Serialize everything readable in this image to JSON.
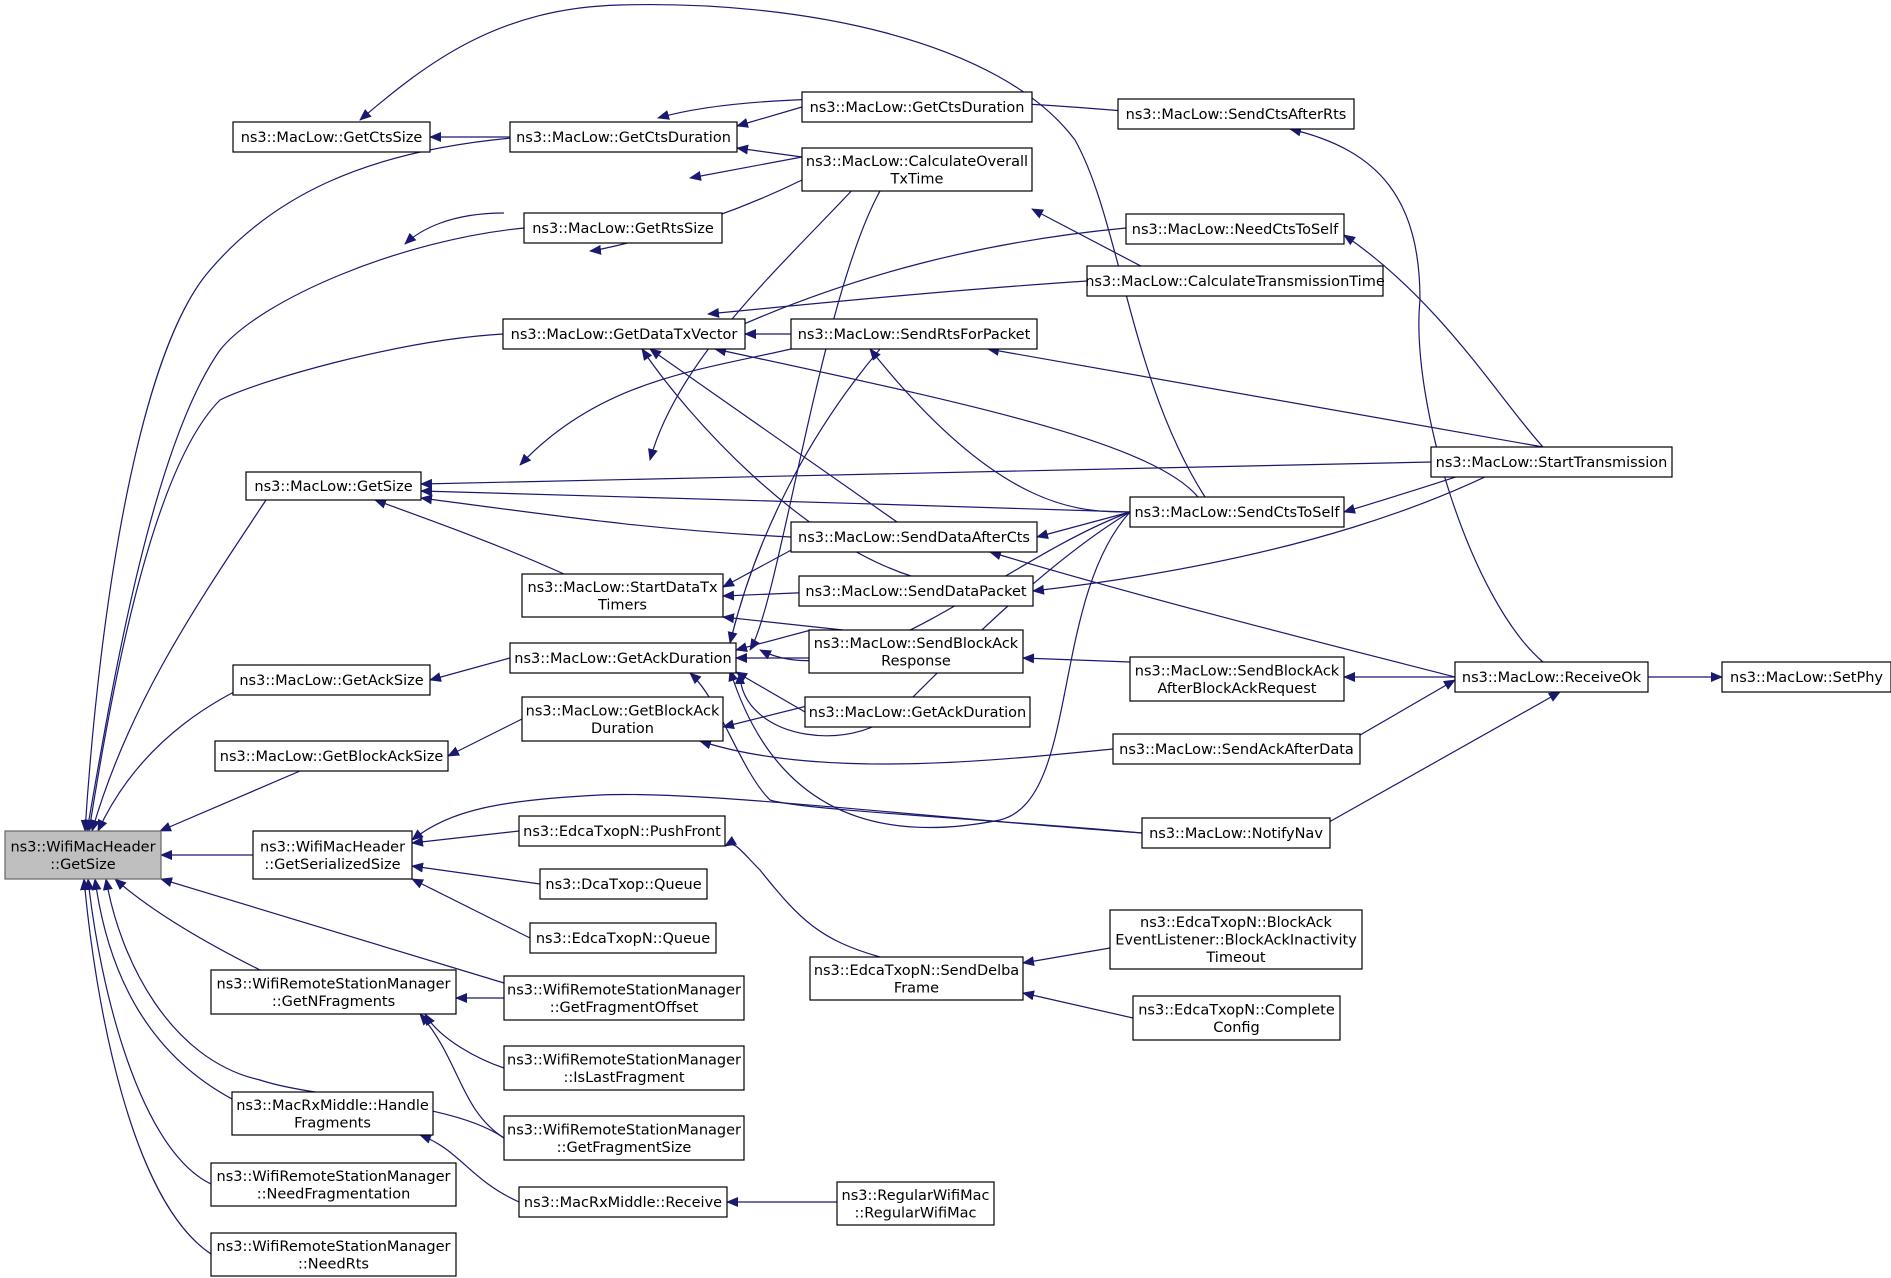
{
  "colors": {
    "edge": "#191970",
    "root_fill": "#bfbfbf",
    "node_fill": "#ffffff",
    "border": "#000000"
  },
  "nodes": [
    {
      "id": "n0",
      "lines": [
        "ns3::WifiMacHeader",
        "::GetSize"
      ],
      "root": true
    },
    {
      "id": "n1",
      "lines": [
        "ns3::MacLow::GetCtsSize"
      ]
    },
    {
      "id": "n2",
      "lines": [
        "ns3::MacLow::GetCtsDuration"
      ]
    },
    {
      "id": "n3",
      "lines": [
        "ns3::MacLow::GetCtsDuration"
      ]
    },
    {
      "id": "n4",
      "lines": [
        "ns3::MacLow::CalculateOverall",
        "TxTime"
      ]
    },
    {
      "id": "n5",
      "lines": [
        "ns3::MacLow::SendCtsAfterRts"
      ]
    },
    {
      "id": "n6",
      "lines": [
        "ns3::MacLow::GetRtsSize"
      ]
    },
    {
      "id": "n7",
      "lines": [
        "ns3::MacLow::NeedCtsToSelf"
      ]
    },
    {
      "id": "n8",
      "lines": [
        "ns3::MacLow::CalculateTransmissionTime"
      ]
    },
    {
      "id": "n9",
      "lines": [
        "ns3::MacLow::GetDataTxVector"
      ]
    },
    {
      "id": "n10",
      "lines": [
        "ns3::MacLow::SendRtsForPacket"
      ]
    },
    {
      "id": "n11",
      "lines": [
        "ns3::MacLow::GetSize"
      ]
    },
    {
      "id": "n12",
      "lines": [
        "ns3::MacLow::StartTransmission"
      ]
    },
    {
      "id": "n13",
      "lines": [
        "ns3::MacLow::SendCtsToSelf"
      ]
    },
    {
      "id": "n14",
      "lines": [
        "ns3::MacLow::SendDataAfterCts"
      ]
    },
    {
      "id": "n15",
      "lines": [
        "ns3::MacLow::StartDataTx",
        "Timers"
      ]
    },
    {
      "id": "n16",
      "lines": [
        "ns3::MacLow::SendDataPacket"
      ]
    },
    {
      "id": "n17",
      "lines": [
        "ns3::MacLow::GetAckSize"
      ]
    },
    {
      "id": "n18",
      "lines": [
        "ns3::MacLow::GetAckDuration"
      ]
    },
    {
      "id": "n19",
      "lines": [
        "ns3::MacLow::SendBlockAck",
        "Response"
      ]
    },
    {
      "id": "n20",
      "lines": [
        "ns3::MacLow::SendBlockAck",
        "AfterBlockAckRequest"
      ]
    },
    {
      "id": "n21",
      "lines": [
        "ns3::MacLow::ReceiveOk"
      ]
    },
    {
      "id": "n22",
      "lines": [
        "ns3::MacLow::SetPhy"
      ]
    },
    {
      "id": "n23",
      "lines": [
        "ns3::MacLow::GetBlockAck",
        "Duration"
      ]
    },
    {
      "id": "n24",
      "lines": [
        "ns3::MacLow::GetAckDuration"
      ]
    },
    {
      "id": "n25",
      "lines": [
        "ns3::MacLow::GetBlockAckSize"
      ]
    },
    {
      "id": "n26",
      "lines": [
        "ns3::MacLow::SendAckAfterData"
      ]
    },
    {
      "id": "n27",
      "lines": [
        "ns3::WifiMacHeader",
        "::GetSerializedSize"
      ]
    },
    {
      "id": "n28",
      "lines": [
        "ns3::EdcaTxopN::PushFront"
      ]
    },
    {
      "id": "n29",
      "lines": [
        "ns3::MacLow::NotifyNav"
      ]
    },
    {
      "id": "n30",
      "lines": [
        "ns3::DcaTxop::Queue"
      ]
    },
    {
      "id": "n31",
      "lines": [
        "ns3::EdcaTxopN::Queue"
      ]
    },
    {
      "id": "n32",
      "lines": [
        "ns3::EdcaTxopN::BlockAck",
        "EventListener::BlockAckInactivity",
        "Timeout"
      ]
    },
    {
      "id": "n33",
      "lines": [
        "ns3::EdcaTxopN::SendDelba",
        "Frame"
      ]
    },
    {
      "id": "n34",
      "lines": [
        "ns3::WifiRemoteStationManager",
        "::GetNFragments"
      ]
    },
    {
      "id": "n35",
      "lines": [
        "ns3::WifiRemoteStationManager",
        "::GetFragmentOffset"
      ]
    },
    {
      "id": "n36",
      "lines": [
        "ns3::EdcaTxopN::Complete",
        "Config"
      ]
    },
    {
      "id": "n37",
      "lines": [
        "ns3::WifiRemoteStationManager",
        "::IsLastFragment"
      ]
    },
    {
      "id": "n38",
      "lines": [
        "ns3::MacRxMiddle::Handle",
        "Fragments"
      ]
    },
    {
      "id": "n39",
      "lines": [
        "ns3::WifiRemoteStationManager",
        "::GetFragmentSize"
      ]
    },
    {
      "id": "n40",
      "lines": [
        "ns3::WifiRemoteStationManager",
        "::NeedFragmentation"
      ]
    },
    {
      "id": "n41",
      "lines": [
        "ns3::MacRxMiddle::Receive"
      ]
    },
    {
      "id": "n42",
      "lines": [
        "ns3::RegularWifiMac",
        "::RegularWifiMac"
      ]
    },
    {
      "id": "n43",
      "lines": [
        "ns3::WifiRemoteStationManager",
        "::NeedRts"
      ]
    }
  ]
}
